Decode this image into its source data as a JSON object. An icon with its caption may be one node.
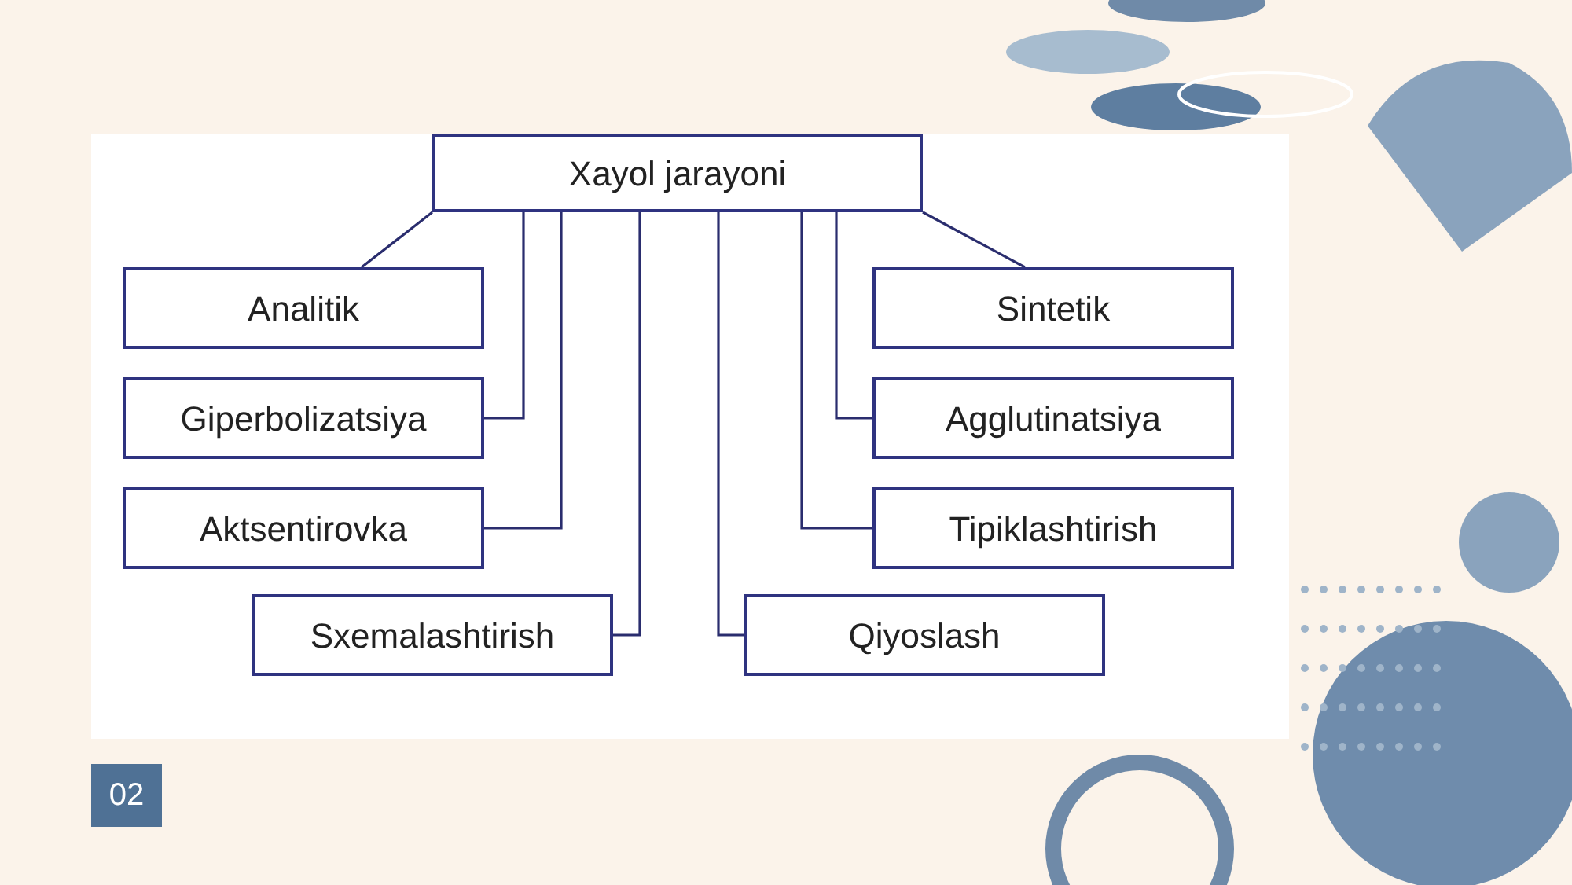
{
  "diagram": {
    "nodes": [
      {
        "text": [
          "Xayol jarayoni"
        ]
      },
      {
        "text": [
          "Analitik"
        ]
      },
      {
        "text": [
          "Giperbolizatsiya"
        ]
      },
      {
        "text": [
          "Aktsentirovka"
        ]
      },
      {
        "text": [
          "Sxemalashtirish"
        ]
      },
      {
        "text": [
          "Sintetik"
        ]
      },
      {
        "text": [
          "Agglutinatsiya"
        ]
      },
      {
        "text": [
          "Tipiklashtirish"
        ]
      },
      {
        "text": [
          "Qiyoslash"
        ]
      }
    ],
    "edges": [
      {
        "from": 0,
        "to": 1,
        "arrow": "none"
      },
      {
        "from": 0,
        "to": 2,
        "arrow": "none"
      },
      {
        "from": 0,
        "to": 3,
        "arrow": "none"
      },
      {
        "from": 0,
        "to": 4,
        "arrow": "none"
      },
      {
        "from": 0,
        "to": 8,
        "arrow": "none"
      },
      {
        "from": 0,
        "to": 7,
        "arrow": "none"
      },
      {
        "from": 0,
        "to": 6,
        "arrow": "none"
      },
      {
        "from": 0,
        "to": 5,
        "arrow": "none"
      }
    ],
    "labels": [
      "02"
    ]
  }
}
